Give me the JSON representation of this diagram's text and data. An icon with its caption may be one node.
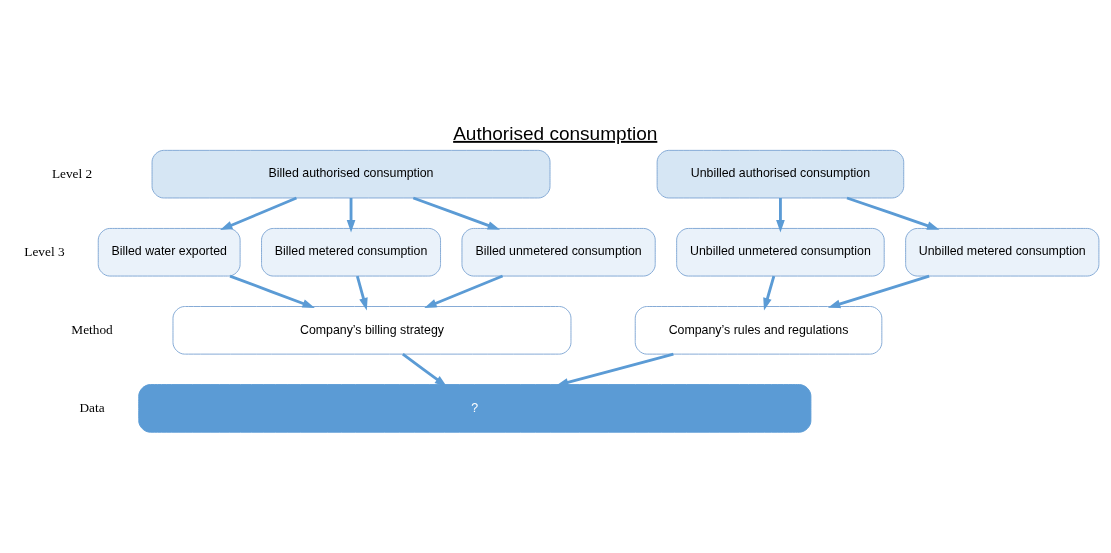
{
  "diagram": {
    "title": "Authorised consumption",
    "nodes": [
      {
        "text": [
          "Billed authorised consumption"
        ]
      },
      {
        "text": [
          "Unbilled authorised consumption"
        ]
      },
      {
        "text": [
          "Billed water exported"
        ]
      },
      {
        "text": [
          "Billed metered consumption"
        ]
      },
      {
        "text": [
          "Billed unmetered consumption"
        ]
      },
      {
        "text": [
          "Unbilled unmetered consumption"
        ]
      },
      {
        "text": [
          "Unbilled metered consumption"
        ]
      },
      {
        "text": [
          "Company’s billing strategy"
        ]
      },
      {
        "text": [
          "Company’s rules and regulations"
        ]
      },
      {
        "text": [
          "?"
        ]
      }
    ],
    "edges": [
      {
        "from": 0,
        "to": 2,
        "arrow": "to"
      },
      {
        "from": 0,
        "to": 3,
        "arrow": "to"
      },
      {
        "from": 0,
        "to": 4,
        "arrow": "to"
      },
      {
        "from": 1,
        "to": 5,
        "arrow": "to"
      },
      {
        "from": 1,
        "to": 6,
        "arrow": "to"
      },
      {
        "from": 2,
        "to": 7,
        "arrow": "to"
      },
      {
        "from": 3,
        "to": 7,
        "arrow": "to"
      },
      {
        "from": 4,
        "to": 7,
        "arrow": "to"
      },
      {
        "from": 5,
        "to": 8,
        "arrow": "to"
      },
      {
        "from": 6,
        "to": 8,
        "arrow": "to"
      },
      {
        "from": 7,
        "to": 9,
        "arrow": "to"
      },
      {
        "from": 8,
        "to": 9,
        "arrow": "to"
      }
    ],
    "labels": [
      "Level 2",
      "Level 3",
      "Method",
      "Data"
    ]
  }
}
